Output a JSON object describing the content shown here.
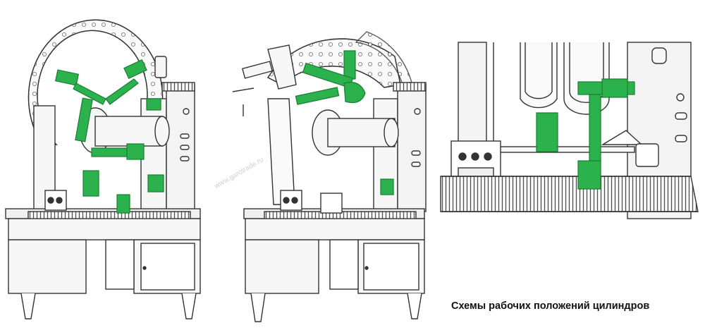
{
  "caption": "Схемы рабочих положений цилиндров",
  "watermark": "www.garotrade.ru",
  "colors": {
    "line": "#333333",
    "cylinder_green": "#2bb24c",
    "cylinder_dark": "#1c7d33",
    "metal": "#f2f2f2",
    "grate": "#555555"
  },
  "icons": [
    "wheel-ring",
    "hydraulic-cylinder",
    "control-valve",
    "workbench-cabinet"
  ]
}
